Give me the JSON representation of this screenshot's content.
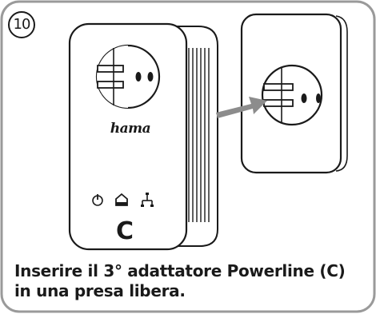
{
  "step_number": "10",
  "adapter": {
    "brand": "hama",
    "letter": "C",
    "indicators": [
      "power-icon",
      "home-icon",
      "network-icon"
    ]
  },
  "caption": {
    "line1": "Inserire il 3° adattatore Powerline (C)",
    "line2": "in una presa libera."
  },
  "colors": {
    "outline": "#1a1a1a",
    "arrow": "#8c8c8c",
    "frame": "#9a9a9a",
    "background": "#ffffff"
  }
}
